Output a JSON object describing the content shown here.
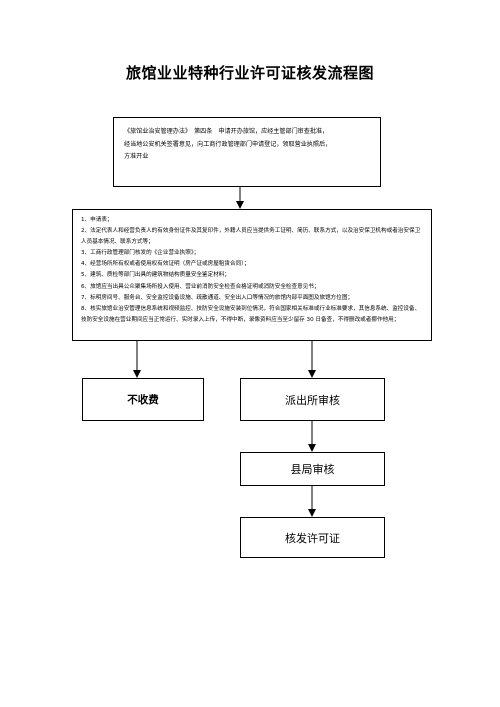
{
  "title": "旅馆业业特种行业许可证核发流程图",
  "law_box": {
    "line1": "《旅馆业治安管理办法》　第四条　申请开办旅馆，应经主管部门审查批准，",
    "line2": "经当地公安机关签署意见，向工商行政管理部门申请登记，领取营业执照后，",
    "line3": "方准开业"
  },
  "requirements": [
    "1、申请表；",
    "2、法定代表人和经营负责人的有效身份证件及其复印件，外籍人员应当提供务工证明、简历、联系方式，以及治安保卫机构或者治安保卫人员基本情况、联系方式等；",
    "3、工商行政管理部门核发的《企业营业执照》；",
    "4、经营场所所有权或者使用权有效证明（房产证或房屋租赁合同）；",
    "5、建筑、质检等部门出具的建筑物结构质量安全鉴定材料；",
    "6、旅馆应当出具公众聚集场所投入使用、营业前消防安全检查合格证明或消防安全检查意见书；",
    "7、标明房间号、服务台、安全监控设备设施、疏散通道、安全出入口等情况的旅馆内部平面图及旅馆方位图；",
    "8、核实旅馆业治安管理信息系统和视频监控、技防安全设施安装到位情况，符合国家相关标准或行业标准要求，其信息系统、监控设备、技防安全设施在营业期间应当正常运行、实时录入上传，不得中断，录像资料应当至少留存 30 日备查，不得删改或者挪作他用；"
  ],
  "steps": {
    "no_fee": "不收费",
    "station_review": "派出所审核",
    "county_review": "县局审核",
    "issue_permit": "核发许可证"
  }
}
